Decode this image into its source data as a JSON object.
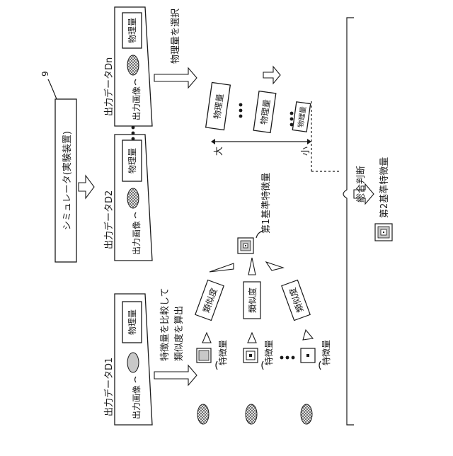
{
  "simulator": {
    "label": "シミュレータ(実験装置)",
    "ref": "9"
  },
  "output_data": [
    {
      "title": "出力データD1",
      "image_label": "出力画像",
      "quantity_label": "物理量"
    },
    {
      "title": "出力データD2",
      "image_label": "出力画像",
      "quantity_label": "物理量"
    },
    {
      "title": "出力データDn",
      "image_label": "出力画像",
      "quantity_label": "物理量"
    }
  ],
  "compare_note": {
    "line1": "特徴量を比較して",
    "line2": "類似度を算出"
  },
  "feature_label": "特徴量",
  "similarity_label": "類似度",
  "first_reference": "第1基準特徴量",
  "select_note": "物理量を選択",
  "quantity_label": "物理量",
  "scale": {
    "large": "大",
    "small": "小"
  },
  "overall_judgement": "総合判断",
  "second_reference": "第2基準特徴量",
  "colors": {
    "ink": "#1a1a1a",
    "gray_fill": "#c8c8c8",
    "hatch": "#555555"
  }
}
